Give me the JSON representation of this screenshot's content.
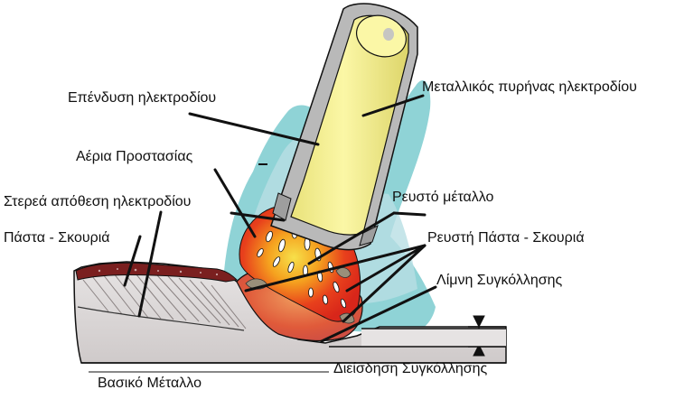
{
  "labels": {
    "electrode_coating": "Επένδυση ηλεκτροδίου",
    "electrode_core": "Μεταλλικός πυρήνας ηλεκτροδίου",
    "shielding_gas": "Αέρια Προστασίας",
    "solid_deposit": "Στερεά απόθεση ηλεκτροδίου",
    "slag": "Πάστα - Σκουριά",
    "molten_metal": "Ρευστό μέταλλο",
    "molten_slag": "Ρευστή Πάστα - Σκουριά",
    "weld_pool": "Λίμνη Συγκόλλησης",
    "penetration": "Διείσδηση Συγκόλλησης",
    "base_metal": "Βασικό Μέταλλο"
  },
  "colors": {
    "gas_cloud": "#8fd3d6",
    "gas_cloud_light": "#b8dfe3",
    "electrode_core": "#f5ef8a",
    "electrode_coating": "#b9b9b9",
    "flame_red": "#e8311c",
    "flame_orange": "#f59a1d",
    "flame_yellow": "#f7d64a",
    "slag_dark": "#7a1f1f",
    "base_metal": "#d8d4d4",
    "outline": "#111111"
  }
}
